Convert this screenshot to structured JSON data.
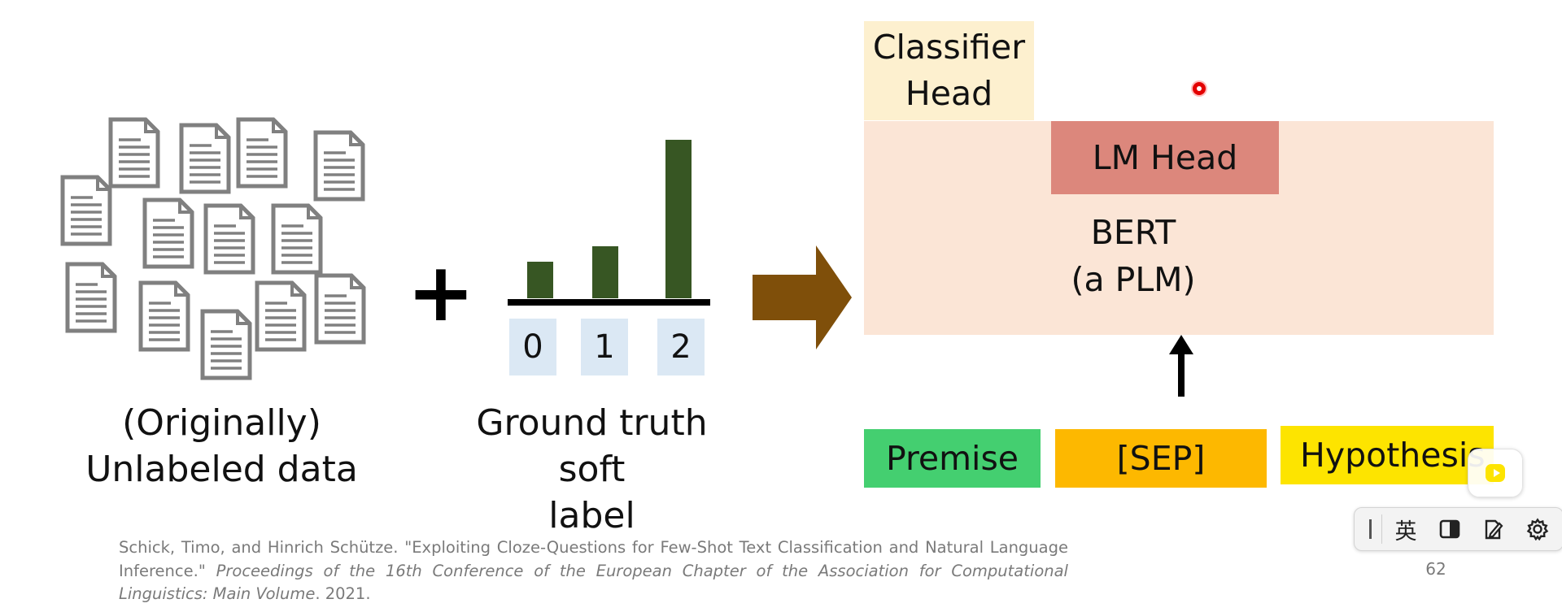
{
  "left": {
    "caption_line1": "(Originally)",
    "caption_line2": "Unlabeled data",
    "icon": "document-icon"
  },
  "plus_symbol": "+",
  "soft_label": {
    "caption_line1": "Ground truth soft",
    "caption_line2": "label",
    "categories": [
      "0",
      "1",
      "2"
    ],
    "relative_heights": [
      0.28,
      0.3,
      1.0
    ]
  },
  "right": {
    "classifier_head": {
      "line1": "Classifier",
      "line2": "Head"
    },
    "lm_head": "LM Head",
    "bert": {
      "line1": "BERT",
      "line2": "(a PLM)"
    },
    "inputs": {
      "premise": "Premise",
      "sep": "[SEP]",
      "hypothesis": "Hypothesis"
    }
  },
  "citation": {
    "part1": "Schick, Timo, and Hinrich Schütze. \"Exploiting Cloze-Questions for Few-Shot Text Classification and Natural Language Inference.\" ",
    "journal": "Proceedings of the 16th Conference of the European Chapter of the Association for Computational Linguistics: Main Volume",
    "part2": ". 2021."
  },
  "page_number": "62",
  "toolbar": {
    "items": [
      {
        "icon": "cursor-bar-icon"
      },
      {
        "icon": "language-toggle-icon",
        "text": "英"
      },
      {
        "icon": "half-square-icon"
      },
      {
        "icon": "edit-note-icon"
      },
      {
        "icon": "settings-gear-icon"
      }
    ]
  },
  "colors": {
    "bars": "#375623",
    "arrow": "#7f4f0a",
    "classifier_head": "#fdf0cf",
    "bert_bg": "#fbe5d6",
    "lm_head": "#dc877c",
    "premise": "#44cf70",
    "sep": "#fdb800",
    "hypothesis": "#fde400",
    "label_box": "#dbe8f4"
  }
}
